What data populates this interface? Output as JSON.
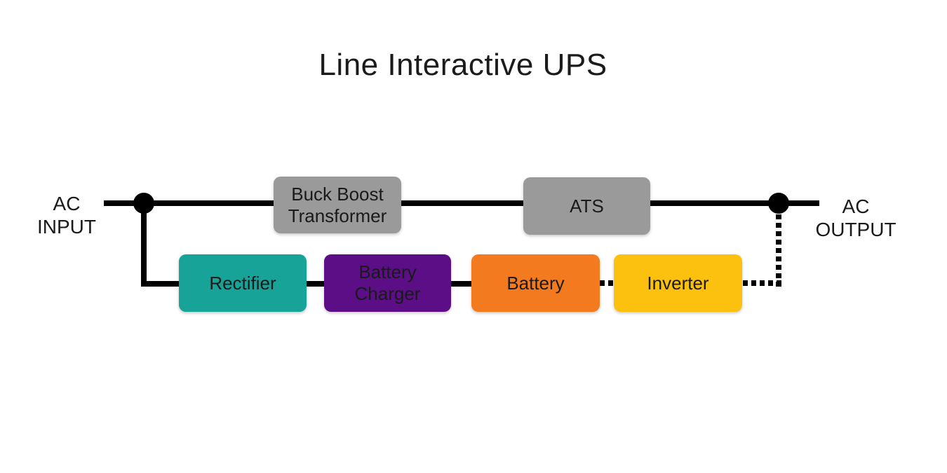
{
  "title": "Line Interactive UPS",
  "labels": {
    "ac_input": "AC\nINPUT",
    "ac_output": "AC\nOUTPUT"
  },
  "blocks": [
    {
      "id": "buck-boost-transformer",
      "label": "Buck Boost\nTransformer",
      "color": "#9A9A9A"
    },
    {
      "id": "ats",
      "label": "ATS",
      "color": "#9A9A9A"
    },
    {
      "id": "rectifier",
      "label": "Rectifier",
      "color": "#17A398"
    },
    {
      "id": "battery-charger",
      "label": "Battery\nCharger",
      "color": "#5B0E86"
    },
    {
      "id": "battery",
      "label": "Battery",
      "color": "#F47A1F"
    },
    {
      "id": "inverter",
      "label": "Inverter",
      "color": "#FCC10F"
    }
  ],
  "style_colors": {
    "line": "#000000",
    "text": "#1A1A1A",
    "background": "#FFFFFF"
  }
}
